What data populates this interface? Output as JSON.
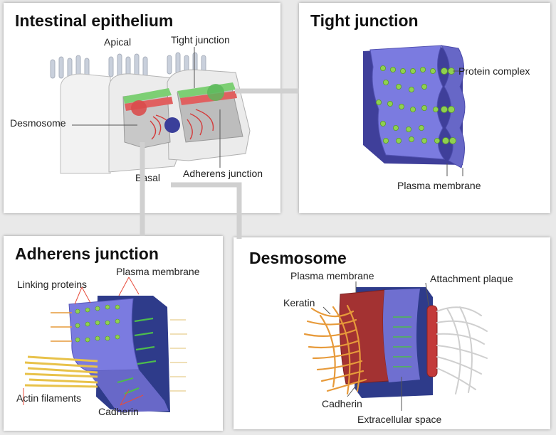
{
  "panels": {
    "intestinal": {
      "title": "Intestinal epithelium",
      "labels": {
        "apical": "Apical",
        "tight_junction": "Tight junction",
        "desmosome": "Desmosome",
        "basal": "Basal",
        "adherens_junction": "Adherens junction"
      }
    },
    "tight": {
      "title": "Tight junction",
      "labels": {
        "protein_complex": "Protein complex",
        "plasma_membrane": "Plasma membrane"
      }
    },
    "adherens": {
      "title": "Adherens junction",
      "labels": {
        "linking_proteins": "Linking proteins",
        "plasma_membrane": "Plasma membrane",
        "actin_filaments": "Actin filaments",
        "cadherin": "Cadherin"
      }
    },
    "desmosome": {
      "title": "Desmosome",
      "labels": {
        "plasma_membrane": "Plasma membrane",
        "attachment_plaque": "Attachment plaque",
        "keratin": "Keratin",
        "cadherin": "Cadherin",
        "extracellular_space": "Extracellular space"
      }
    }
  },
  "colors": {
    "membrane_purple": "#6f6fd0",
    "membrane_dark": "#33378a",
    "protein_green": "#8fd14f",
    "plaque_red": "#c33a3a",
    "keratin_orange": "#e79a3a",
    "actin_yellow": "#e8c24a"
  }
}
